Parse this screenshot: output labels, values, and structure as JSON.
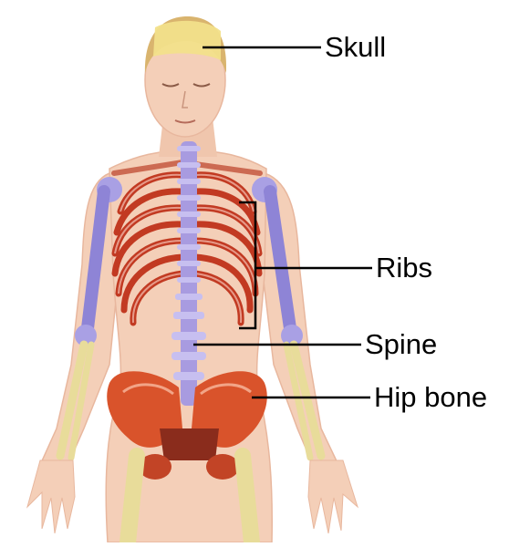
{
  "labels": {
    "skull": "Skull",
    "ribs": "Ribs",
    "spine": "Spine",
    "hip_bone": "Hip bone"
  },
  "colors": {
    "skin": "#f4cfb8",
    "skin_shadow": "#e8b79e",
    "hair": "#d9b46e",
    "skull": "#f2e08a",
    "spine": "#a89be0",
    "ribs": "#c23a22",
    "humerus": "#8e84d6",
    "forearm": "#e8dc9a",
    "pelvis": "#d9532b",
    "leader": "#000000"
  }
}
